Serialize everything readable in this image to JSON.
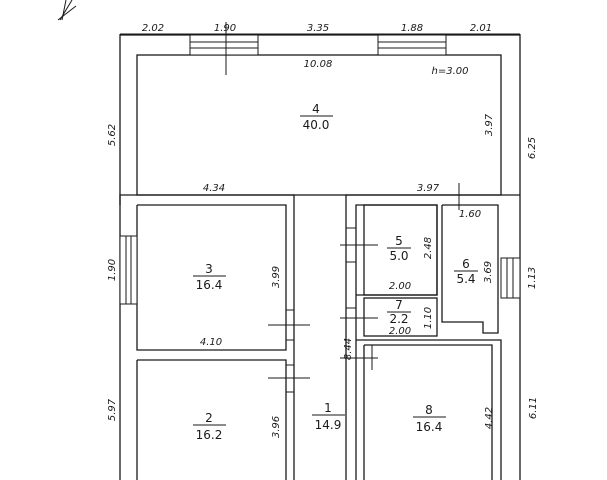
{
  "plan": {
    "height_note": "h=3.00",
    "dimensions": {
      "top_seg1": "2.02",
      "top_seg2": "1.90",
      "top_seg3": "3.35",
      "top_seg4": "1.88",
      "top_seg5": "2.01",
      "room4_width": "10.08",
      "room4_height": "3.97",
      "left_upper": "5.62",
      "right_upper": "6.25",
      "room3_top": "4.34",
      "room5_top": "3.97",
      "room6_top": "1.60",
      "room5_height": "2.48",
      "room5_width": "2.00",
      "window_left": "1.90",
      "room3_height": "3.99",
      "room6_height": "3.69",
      "window_right": "1.13",
      "room7_height": "1.10",
      "room7_width": "2.00",
      "room3_bottom": "4.10",
      "corridor": "8.44",
      "left_lower": "5.97",
      "room2_height": "3.96",
      "room8_height": "4.42",
      "right_lower": "6.11"
    },
    "rooms": [
      {
        "num": "4",
        "area": "40.0"
      },
      {
        "num": "3",
        "area": "16.4"
      },
      {
        "num": "5",
        "area": "5.0"
      },
      {
        "num": "6",
        "area": "5.4"
      },
      {
        "num": "7",
        "area": "2.2"
      },
      {
        "num": "2",
        "area": "16.2"
      },
      {
        "num": "1",
        "area": "14.9"
      },
      {
        "num": "8",
        "area": "16.4"
      }
    ]
  }
}
